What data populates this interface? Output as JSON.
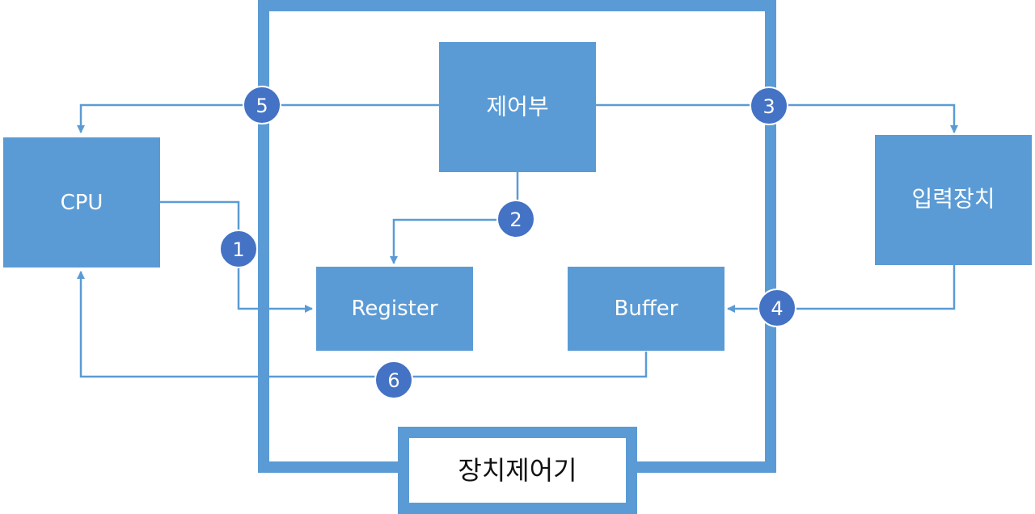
{
  "diagram": {
    "colors": {
      "block_fill": "#5b9bd5",
      "frame": "#5b9bd5",
      "badge_fill": "#4472c4",
      "line": "#5b9bd5"
    },
    "controller": {
      "title": "장치제어기"
    },
    "blocks": {
      "control_unit": "제어부",
      "cpu": "CPU",
      "input_device": "입력장치",
      "register": "Register",
      "buffer": "Buffer"
    },
    "steps": {
      "s1": "1",
      "s2": "2",
      "s3": "3",
      "s4": "4",
      "s5": "5",
      "s6": "6"
    }
  }
}
